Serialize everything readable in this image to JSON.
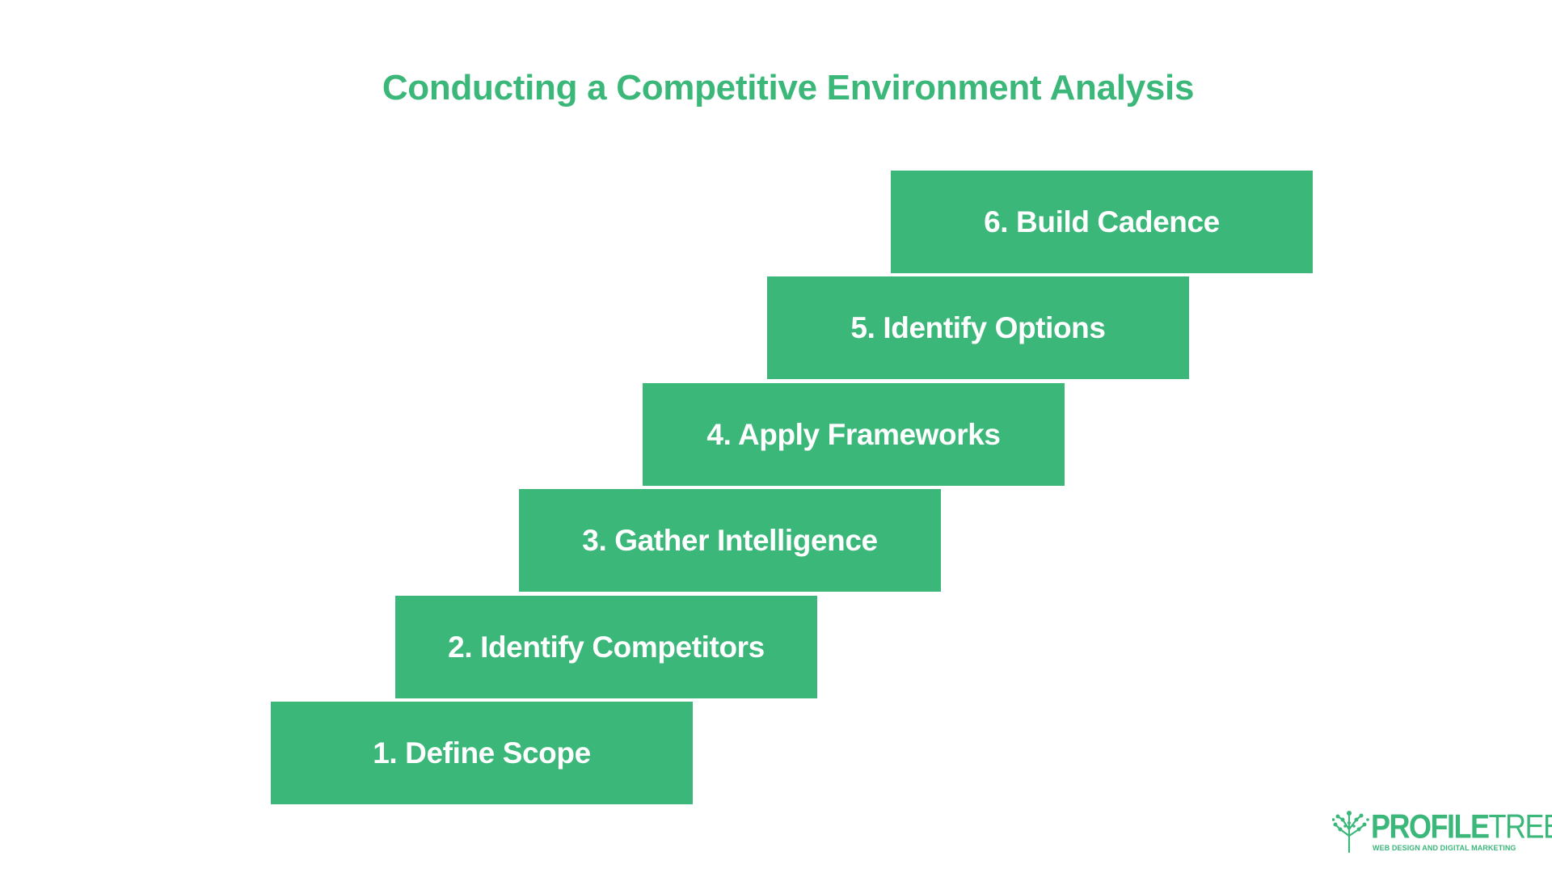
{
  "title": "Conducting a Competitive Environment Analysis",
  "steps": [
    {
      "label": "1. Define Scope"
    },
    {
      "label": "2. Identify Competitors"
    },
    {
      "label": "3. Gather Intelligence"
    },
    {
      "label": "4. Apply Frameworks"
    },
    {
      "label": "5. Identify Options"
    },
    {
      "label": "6. Build Cadence"
    }
  ],
  "logo": {
    "word_bold": "PROFILE",
    "word_light": "TREE",
    "tagline": "WEB DESIGN AND DIGITAL MARKETING",
    "icon": "tree-icon"
  },
  "colors": {
    "accent": "#3bb77a",
    "step_fill": "#3bb77a",
    "step_text": "#ffffff",
    "title": "#3bb77a",
    "background": "#ffffff"
  }
}
